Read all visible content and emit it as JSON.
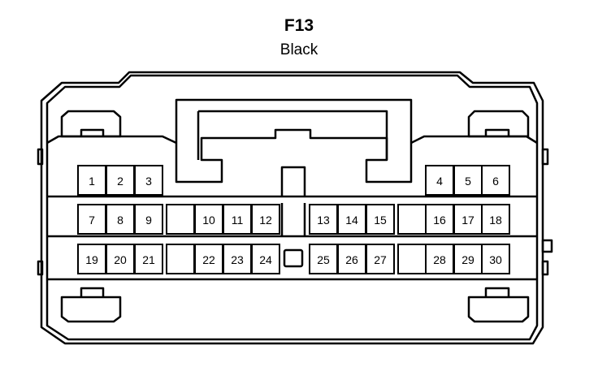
{
  "connector": {
    "id": "F13",
    "color": "Black"
  },
  "pins": [
    {
      "row": 0,
      "slot": 0,
      "label": "1"
    },
    {
      "row": 0,
      "slot": 1,
      "label": "2"
    },
    {
      "row": 0,
      "slot": 2,
      "label": "3"
    },
    {
      "row": 0,
      "slot": 15,
      "label": "4"
    },
    {
      "row": 0,
      "slot": 16,
      "label": "5"
    },
    {
      "row": 0,
      "slot": 17,
      "label": "6"
    },
    {
      "row": 1,
      "slot": 0,
      "label": "7"
    },
    {
      "row": 1,
      "slot": 1,
      "label": "8"
    },
    {
      "row": 1,
      "slot": 2,
      "label": "9"
    },
    {
      "row": 1,
      "slot": 3,
      "label": ""
    },
    {
      "row": 1,
      "slot": 4,
      "label": "10"
    },
    {
      "row": 1,
      "slot": 5,
      "label": "11"
    },
    {
      "row": 1,
      "slot": 6,
      "label": "12"
    },
    {
      "row": 1,
      "slot": 8,
      "label": "13"
    },
    {
      "row": 1,
      "slot": 9,
      "label": "14"
    },
    {
      "row": 1,
      "slot": 10,
      "label": "15"
    },
    {
      "row": 1,
      "slot": 11,
      "label": ""
    },
    {
      "row": 1,
      "slot": 12,
      "label": "16"
    },
    {
      "row": 1,
      "slot": 13,
      "label": "17"
    },
    {
      "row": 1,
      "slot": 14,
      "label": "18"
    },
    {
      "row": 2,
      "slot": 0,
      "label": "19"
    },
    {
      "row": 2,
      "slot": 1,
      "label": "20"
    },
    {
      "row": 2,
      "slot": 2,
      "label": "21"
    },
    {
      "row": 2,
      "slot": 3,
      "label": ""
    },
    {
      "row": 2,
      "slot": 4,
      "label": "22"
    },
    {
      "row": 2,
      "slot": 5,
      "label": "23"
    },
    {
      "row": 2,
      "slot": 6,
      "label": "24"
    },
    {
      "row": 2,
      "slot": 8,
      "label": "25"
    },
    {
      "row": 2,
      "slot": 9,
      "label": "26"
    },
    {
      "row": 2,
      "slot": 10,
      "label": "27"
    },
    {
      "row": 2,
      "slot": 11,
      "label": ""
    },
    {
      "row": 2,
      "slot": 12,
      "label": "28"
    },
    {
      "row": 2,
      "slot": 13,
      "label": "29"
    },
    {
      "row": 2,
      "slot": 14,
      "label": "30"
    }
  ]
}
